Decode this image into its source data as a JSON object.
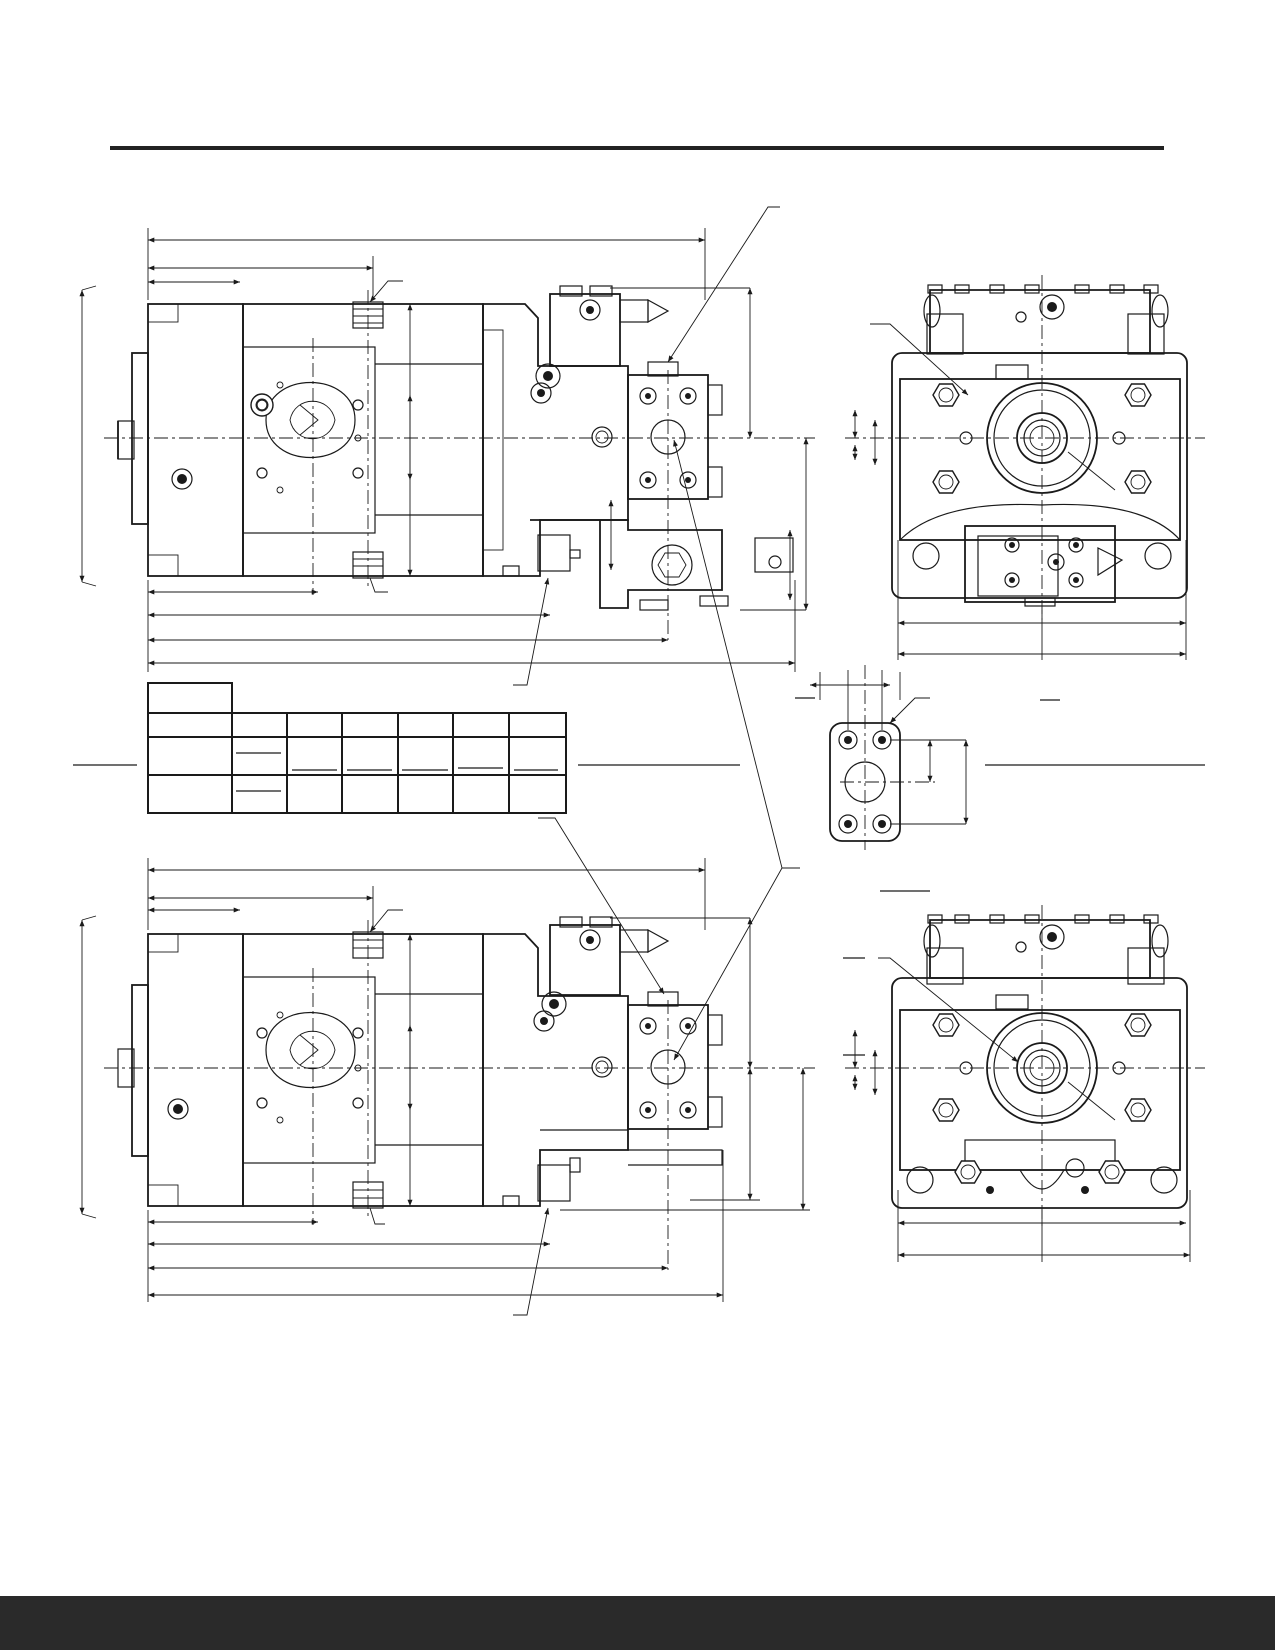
{
  "colors": {
    "ink": "#1a1a1a",
    "paper": "#ffffff",
    "footer_bar": "#2a2a2a",
    "header_rule": "#222222"
  },
  "views": [
    "side-view-upper",
    "end-view-upper",
    "port-flange-view",
    "side-view-lower",
    "end-view-lower"
  ],
  "dimension_table": {
    "rows": 4,
    "columns": 7
  }
}
